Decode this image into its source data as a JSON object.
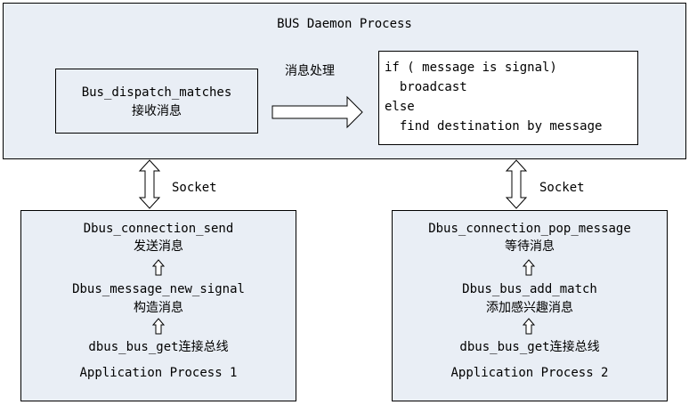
{
  "colors": {
    "box_fill": "#e9eef5",
    "inner_fill": "#ffffff",
    "stroke": "#000000"
  },
  "daemon": {
    "title": "BUS Daemon Process",
    "dispatch_fn": "Bus_dispatch_matches",
    "dispatch_desc": "接收消息",
    "arrow_label": "消息处理",
    "code_line1": "if ( message is signal)",
    "code_line2": "  broadcast",
    "code_line3": "else",
    "code_line4": "  find destination by message"
  },
  "socket_left": "Socket",
  "socket_right": "Socket",
  "app1": {
    "fn1": "Dbus_connection_send",
    "desc1": "发送消息",
    "fn2": "Dbus_message_new_signal",
    "desc2": "构造消息",
    "fn3": "dbus_bus_get连接总线",
    "title": "Application Process 1"
  },
  "app2": {
    "fn1": "Dbus_connection_pop_message",
    "desc1": "等待消息",
    "fn2": "Dbus_bus_add_match",
    "desc2": "添加感兴趣消息",
    "fn3": "dbus_bus_get连接总线",
    "title": "Application Process 2"
  }
}
